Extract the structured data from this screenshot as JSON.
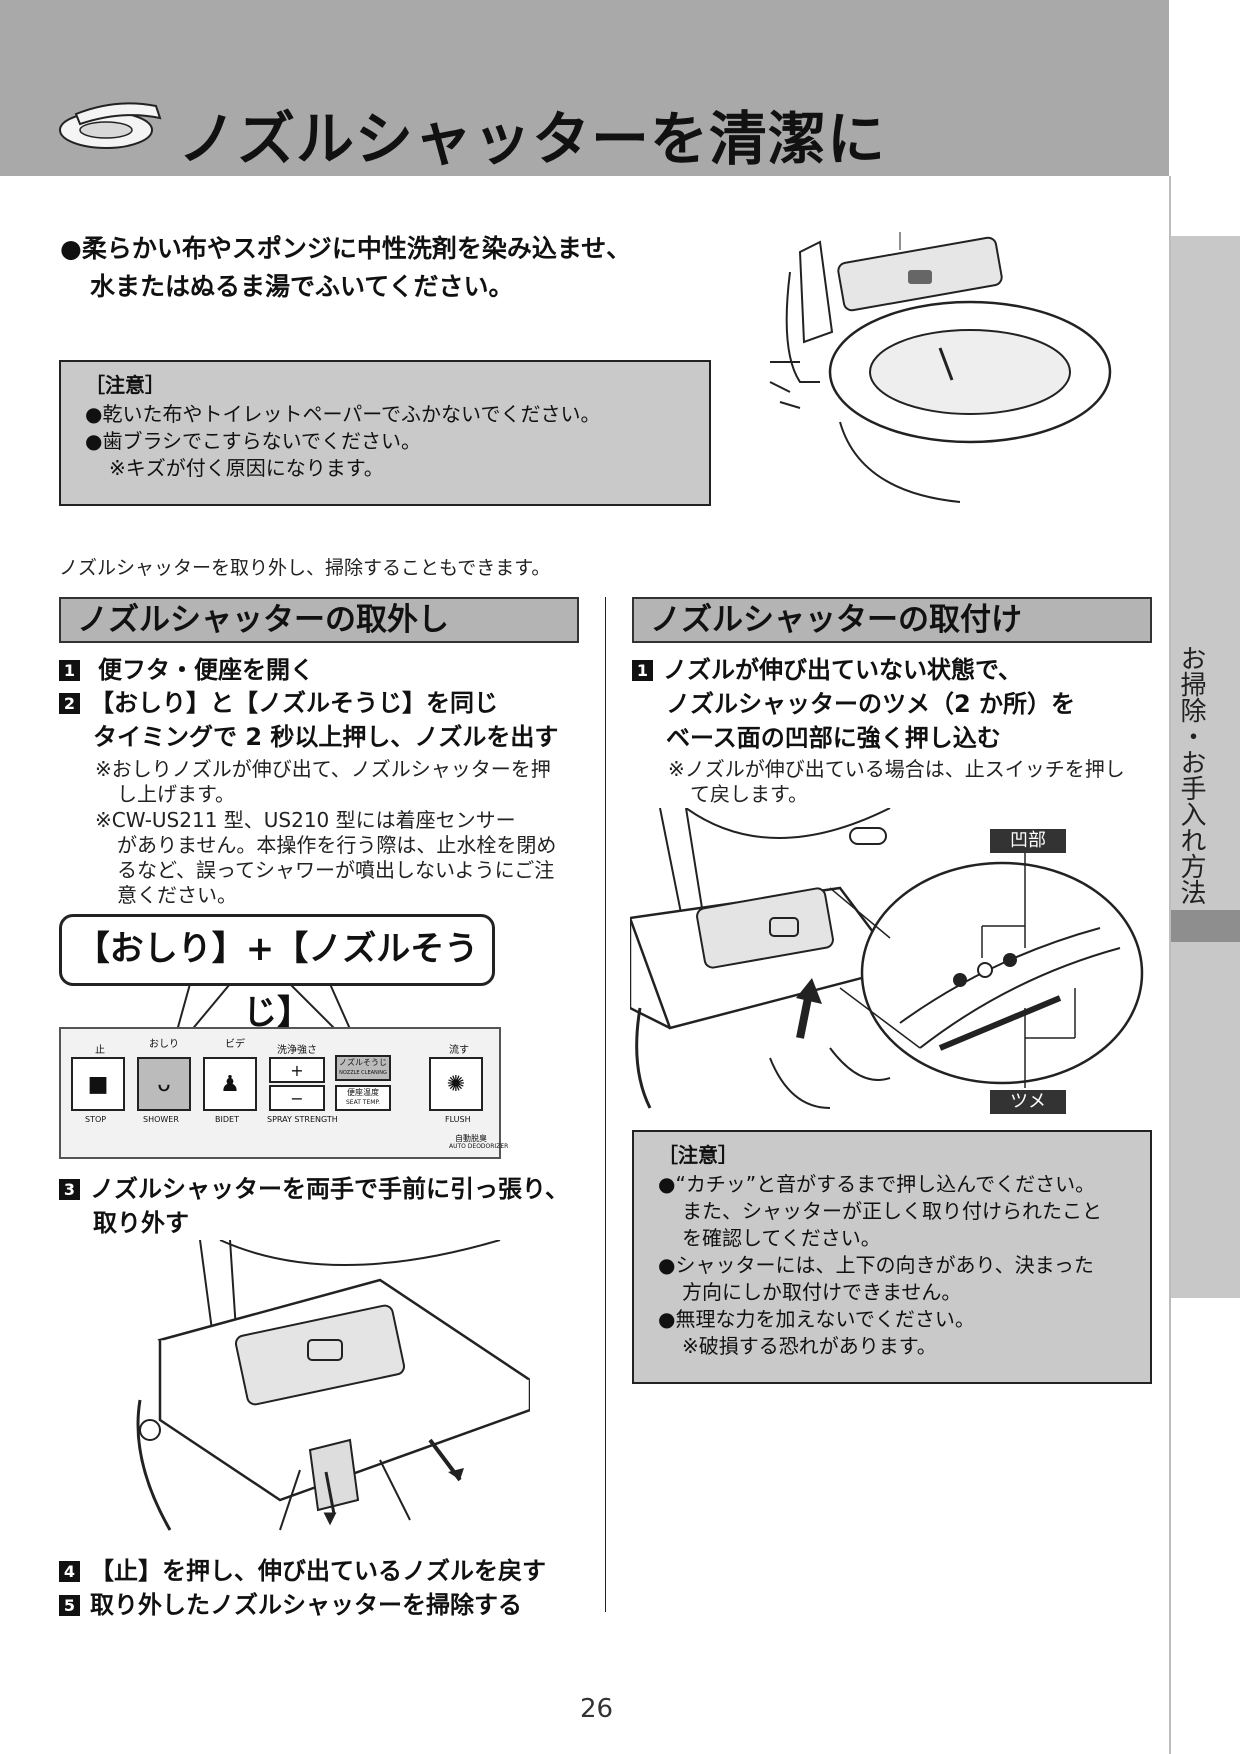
{
  "header": {
    "title": "ノズルシャッターを清潔に"
  },
  "side_tab": {
    "label": "お掃除・お手入れ方法"
  },
  "main_instruction": {
    "lines": [
      "●柔らかい布やスポンジに中性洗剤を染み込ませ、",
      "水またはぬるま湯でふいてください。"
    ]
  },
  "caution_top": {
    "heading": "［注意］",
    "lines": [
      "●乾いた布やトイレットペーパーでふかないでください。",
      "●歯ブラシでこすらないでください。",
      "※キズが付く原因になります。"
    ]
  },
  "intro": "ノズルシャッターを取り外し、掃除することもできます。",
  "removal": {
    "heading": "ノズルシャッターの取外し",
    "step1": {
      "num": "1",
      "text": "便フタ・便座を開く"
    },
    "step2": {
      "num": "2",
      "line1": "【おしり】と【ノズルそうじ】を同じ",
      "line2": "タイミングで 2 秒以上押し、ノズルを出す"
    },
    "note1": [
      "※おしりノズルが伸び出て、ノズルシャッターを押",
      "し上げます。"
    ],
    "note2": [
      "※CW-US211 型、US210 型には着座センサー",
      "がありません。本操作を行う際は、止水栓を閉め",
      "るなど、誤ってシャワーが噴出しないようにご注",
      "意ください。"
    ],
    "callout": "【おしり】+【ノズルそうじ】",
    "step3": {
      "num": "3",
      "line1": "ノズルシャッターを両手で手前に引っ張り、",
      "line2": "取り外す"
    },
    "step4": {
      "num": "4",
      "text": "【止】を押し、伸び出ているノズルを戻す"
    },
    "step5": {
      "num": "5",
      "text": "取り外したノズルシャッターを掃除する"
    }
  },
  "control_panel": {
    "stop_top": "止",
    "stop_bottom": "STOP",
    "shower_top": "おしり",
    "shower_bottom": "SHOWER",
    "bidet_top": "ビデ",
    "bidet_bottom": "BIDET",
    "strength_top": "洗浄強さ",
    "strength_bottom": "SPRAY STRENGTH",
    "nozzle_clean": "ノズルそうじ",
    "nozzle_clean_en": "NOZZLE CLEANING",
    "seat_temp": "便座温度",
    "seat_temp_en": "SEAT TEMP.",
    "flush_top": "流す",
    "flush_bottom": "FLUSH",
    "deodorizer": "自動脱臭",
    "deodorizer_en": "AUTO DEODORIZER"
  },
  "install": {
    "heading": "ノズルシャッターの取付け",
    "step1": {
      "num": "1",
      "line1": "ノズルが伸び出ていない状態で、",
      "line2": "ノズルシャッターのツメ（2 か所）を",
      "line3": "ベース面の凹部に強く押し込む"
    },
    "note": [
      "※ノズルが伸び出ている場合は、止スイッチを押し",
      "て戻します。"
    ],
    "label_recess": "凹部",
    "label_claw": "ツメ"
  },
  "caution_bottom": {
    "heading": "［注意］",
    "lines": [
      "●“カチッ”と音がするまで押し込んでください。",
      "また、シャッターが正しく取り付けられたこと",
      "を確認してください。",
      "●シャッターには、上下の向きがあり、決まった",
      "方向にしか取付けできません。",
      "●無理な力を加えないでください。",
      "※破損する恐れがあります。"
    ]
  },
  "page_number": "26"
}
